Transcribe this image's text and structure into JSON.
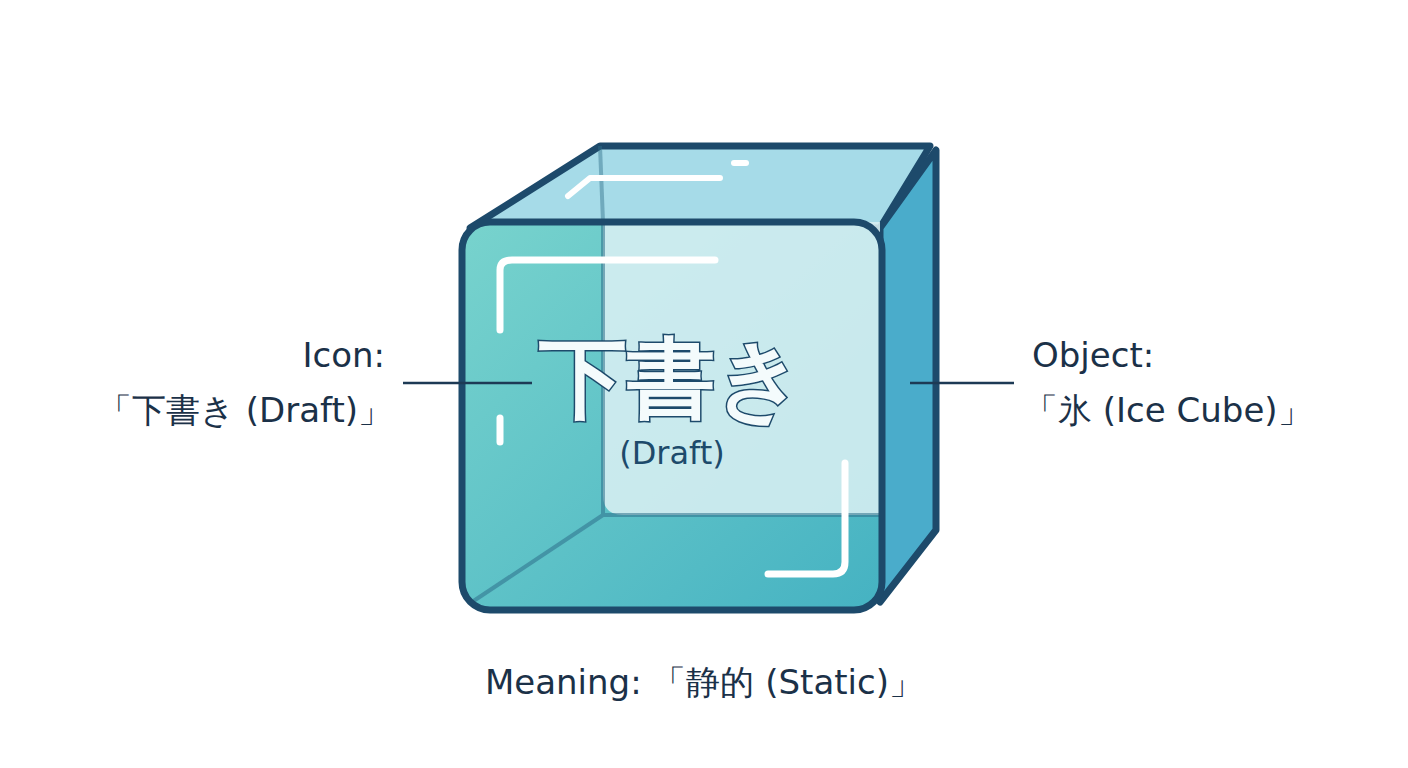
{
  "diagram": {
    "nodes": [
      {
        "text": [
          "下書き",
          "(Draft)"
        ]
      }
    ],
    "labels": [
      "Icon:",
      "「下書き (Draft)」",
      "Object:",
      "「氷 (Ice Cube)」",
      "Meaning: 「静的 (Static)」"
    ]
  }
}
